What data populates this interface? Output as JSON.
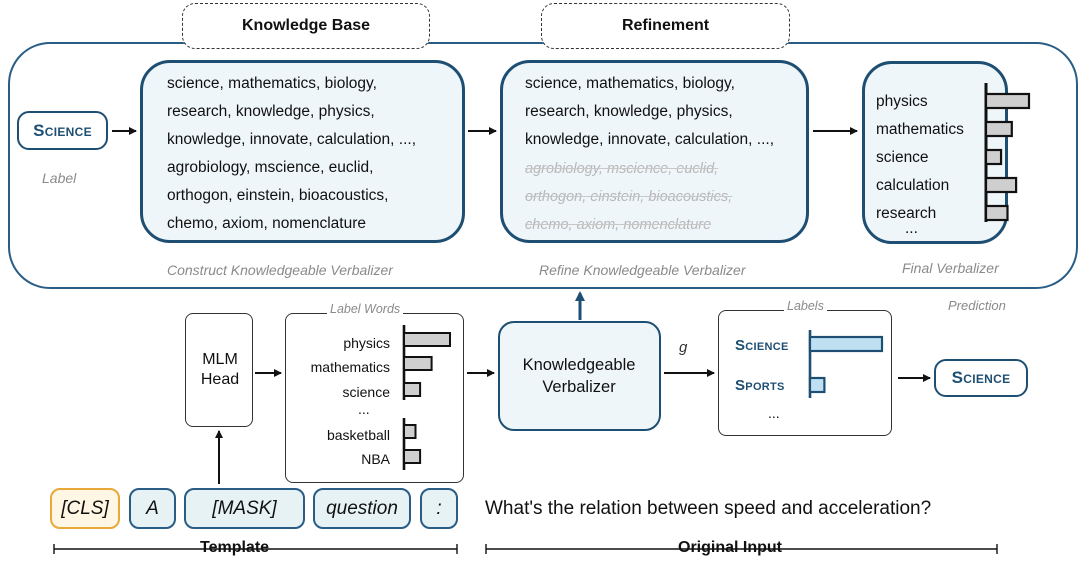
{
  "top": {
    "knowledge_base_title": "Knowledge Base",
    "refinement_title": "Refinement",
    "science_label": "Science",
    "label_caption": "Label",
    "construct": {
      "lines": [
        "science, mathematics, biology,",
        "research, knowledge, physics,",
        "knowledge, innovate, calculation, ...,",
        "agrobiology, mscience,  euclid,",
        "orthogon, einstein, bioacoustics,",
        "chemo, axiom, nomenclature"
      ],
      "caption": "Construct Knowledgeable Verbalizer"
    },
    "refine": {
      "kept_lines": [
        "science, mathematics, biology,",
        "research, knowledge, physics,",
        "knowledge, innovate, calculation, ...,"
      ],
      "removed_lines": [
        "agrobiology, mscience,  euclid,",
        "orthogon, einstein, bioacoustics,",
        "chemo, axiom, nomenclature"
      ],
      "caption": "Refine Knowledgeable Verbalizer"
    },
    "final": {
      "words": [
        "physics",
        "mathematics",
        "science",
        "calculation",
        "research"
      ],
      "weights": [
        1.0,
        0.6,
        0.35,
        0.7,
        0.5
      ],
      "ellipsis": "...",
      "caption": "Final Verbalizer"
    },
    "prediction_caption": "Prediction"
  },
  "bottom": {
    "mlm_head": [
      "MLM",
      "Head"
    ],
    "label_words_title": "Label Words",
    "label_words": [
      "physics",
      "mathematics",
      "science",
      "...",
      "basketball",
      "NBA"
    ],
    "label_word_weights": [
      1.0,
      0.6,
      0.35,
      null,
      0.25,
      0.35
    ],
    "kv_box": [
      "Knowledgeable",
      "Verbalizer"
    ],
    "g_label": "g",
    "labels_title": "Labels",
    "labels": [
      "Science",
      "Sports"
    ],
    "label_weights": [
      1.0,
      0.2
    ],
    "labels_ellipsis": "...",
    "output_label": "Science",
    "tokens": [
      "[CLS]",
      "A",
      "[MASK]",
      "question",
      ":"
    ],
    "input_sentence": "What's the relation between speed and acceleration?",
    "template_caption": "Template",
    "original_input_caption": "Original Input"
  },
  "colors": {
    "dark_blue": "#1e4f73",
    "light_fill": "#eef6fa",
    "bar_fill": "#cfcfcf",
    "label_bar_fill": "#bfe0f3",
    "cls_border": "#e8a83a"
  }
}
